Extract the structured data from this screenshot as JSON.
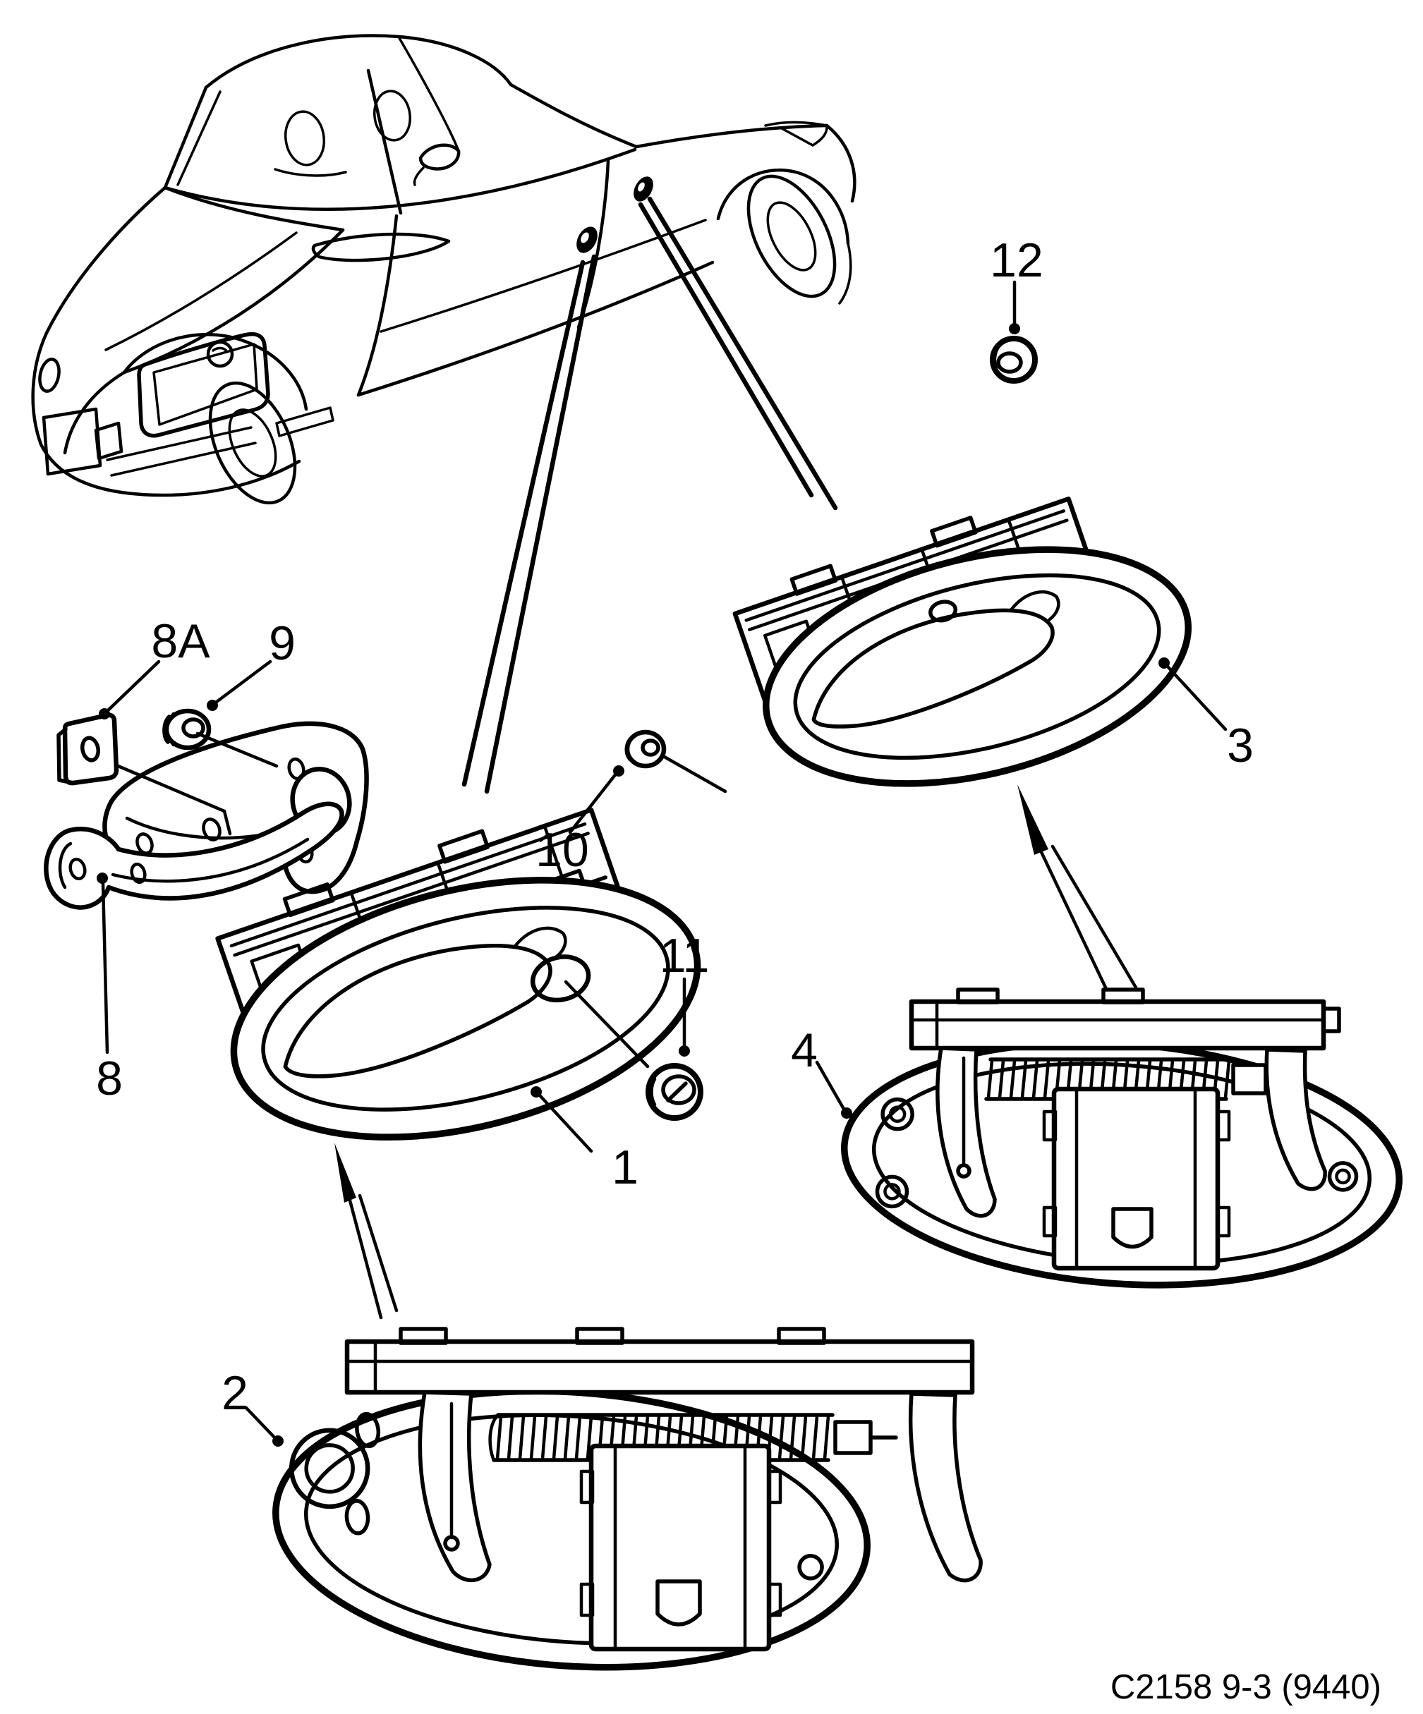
{
  "page": {
    "background_color": "#ffffff",
    "line_color": "#000000"
  },
  "figure": {
    "caption": "C2158 9-3 (9440)"
  },
  "callouts": {
    "c1": "1",
    "c2": "2",
    "c3": "3",
    "c4": "4",
    "c8": "8",
    "c8a": "8A",
    "c9": "9",
    "c10": "10",
    "c11": "11",
    "c12": "12"
  }
}
